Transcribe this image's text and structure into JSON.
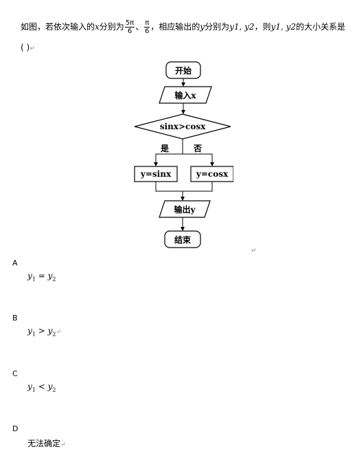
{
  "question": {
    "prefix": "如图，若依次输入的",
    "var_x": "x",
    "mid1": "分别为",
    "frac1_num": "5π",
    "frac1_den": "6",
    "sep": "、",
    "frac2_num": "π",
    "frac2_den": "6",
    "mid2": "，相应输出的",
    "var_y": "y",
    "mid3": "分别为",
    "y_pair": "y1, y2",
    "mid4": "，则",
    "y_pair2": "y1, y2",
    "suffix": "的大小关系是",
    "blank": "(      )",
    "return_mark": "↵"
  },
  "flowchart": {
    "start": "开始",
    "input": "输入x",
    "condition": "sinx>cosx",
    "yes": "是",
    "no": "否",
    "assign_yes": "y=sinx",
    "assign_no": "y=cosx",
    "output": "输出y",
    "end": "结束"
  },
  "options": [
    {
      "letter": "A",
      "lhs": "y",
      "lhs_sub": "1",
      "op": "=",
      "rhs": "y",
      "rhs_sub": "2",
      "mark": ""
    },
    {
      "letter": "B",
      "lhs": "y",
      "lhs_sub": "1",
      "op": ">",
      "rhs": "y",
      "rhs_sub": "2",
      "mark": "↵"
    },
    {
      "letter": "C",
      "lhs": "y",
      "lhs_sub": "1",
      "op": "<",
      "rhs": "y",
      "rhs_sub": "2",
      "mark": ""
    },
    {
      "letter": "D",
      "text": "无法确定",
      "mark": "↵"
    }
  ]
}
